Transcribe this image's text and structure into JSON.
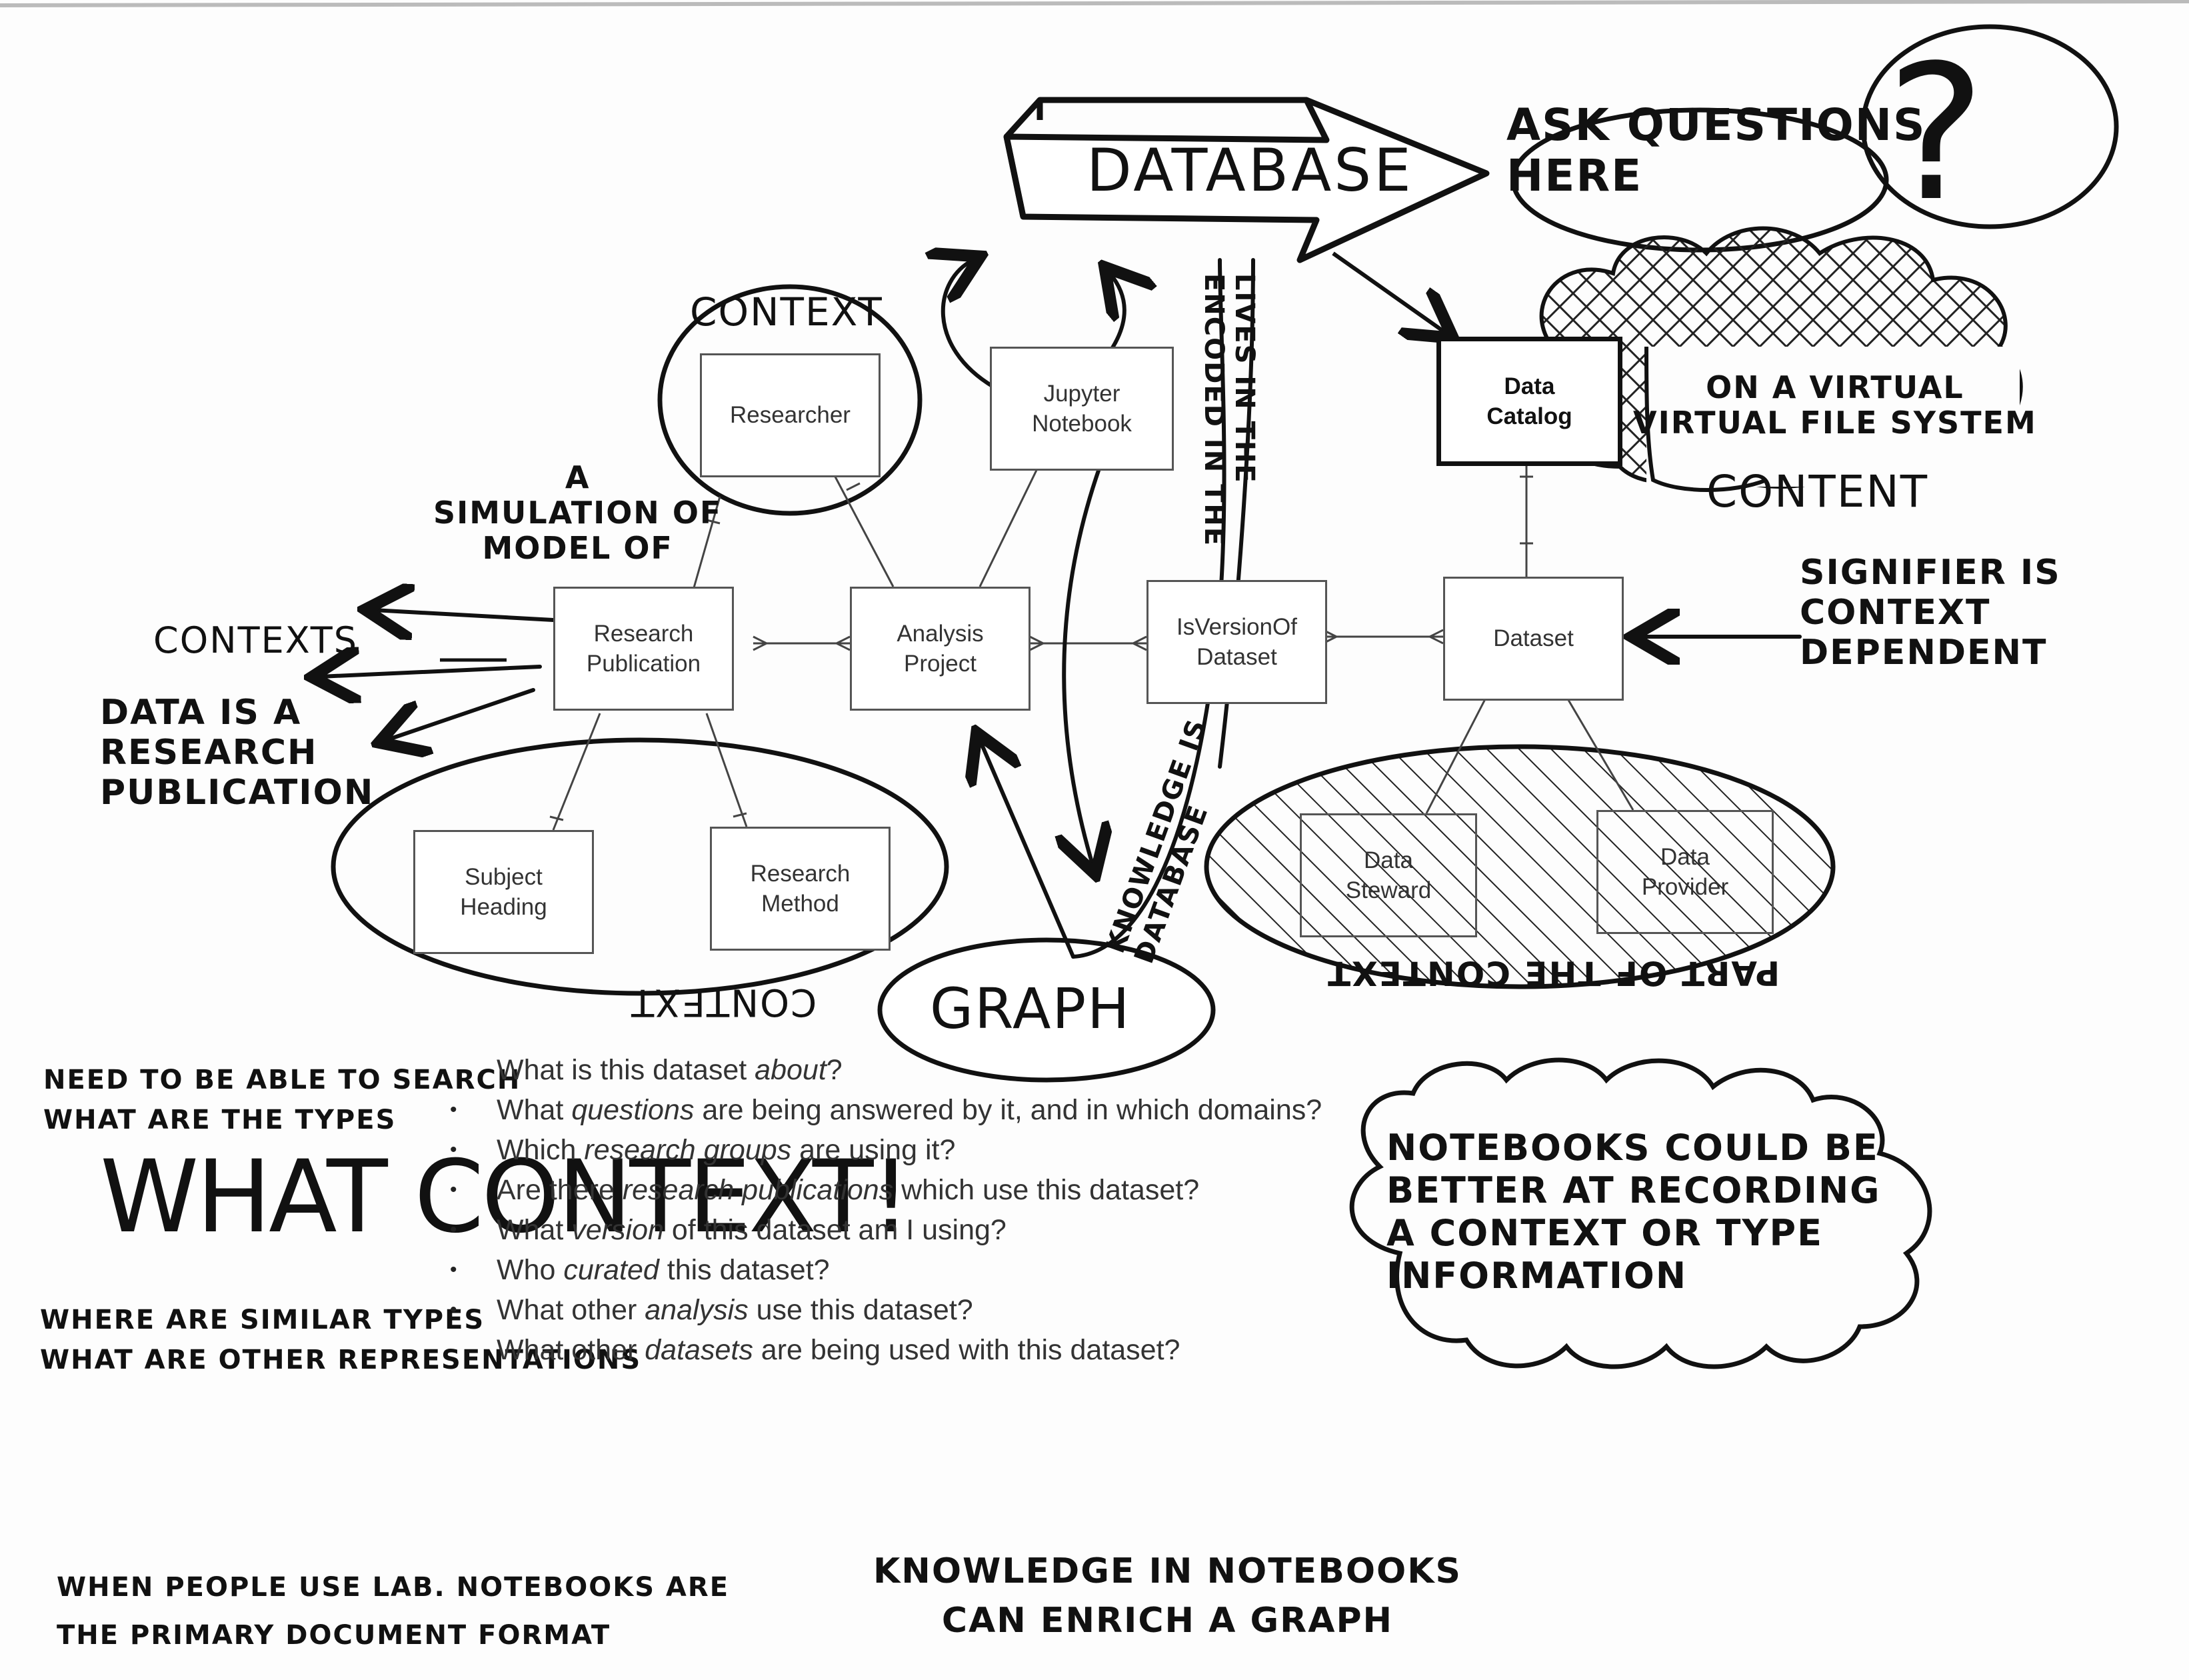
{
  "entities": {
    "researcher": "Researcher",
    "jupyter_notebook": "Jupyter\nNotebook",
    "data_catalog": "Data\nCatalog",
    "research_publication": "Research\nPublication",
    "analysis_project": "Analysis\nProject",
    "is_version_of_dataset": "IsVersionOf\nDataset",
    "dataset": "Dataset",
    "subject_heading": "Subject\nHeading",
    "research_method": "Research\nMethod",
    "data_steward": "Data\nSteward",
    "data_provider": "Data\nProvider"
  },
  "annotations": {
    "database": "DATABASE",
    "ask_questions": "ASK QUESTIONS\nHERE",
    "question_mark": "?",
    "context_top": "CONTEXT",
    "context_bottom": "CONTEXT",
    "virtual_fs": "ON A VIRTUAL\nVIRTUAL FILE SYSTEM",
    "content": "CONTENT",
    "simulation": "A\nSIMULATION OF\nMODEL OF",
    "contexts": "CONTEXTS",
    "data_is": "DATA IS A\nRESEARCH\nPUBLICATION",
    "lives_in": "LIVES IN THE\nENCODED IN THE",
    "knowledge_db": "KNOWLEDGE IS\nDATABASE",
    "signifier": "SIGNIFIER IS\nCONTEXT\nDEPENDENT",
    "graph": "GRAPH",
    "part_of_context": "PART OF THE CONTEXT",
    "need_search": "NEED TO BE ABLE TO SEARCH\nWHAT ARE THE TYPES",
    "what_context": "WHAT CONTEXT!",
    "where_similar": "WHERE ARE SIMILAR TYPES\nWHAT ARE OTHER REPRESENTATIONS",
    "notebooks_better": "NOTEBOOKS COULD BE\nBETTER AT RECORDING\nA CONTEXT OR TYPE\nINFORMATION",
    "lab_notebooks": "WHEN PEOPLE USE LAB. NOTEBOOKS ARE\nTHE PRIMARY DOCUMENT FORMAT",
    "knowledge_enrich": "KNOWLEDGE IN NOTEBOOKS\nCAN ENRICH A GRAPH"
  },
  "questions": [
    {
      "pre": "What is this dataset ",
      "em": "about",
      "post": "?"
    },
    {
      "pre": "What ",
      "em": "questions",
      "post": " are being answered by it, and in which domains?"
    },
    {
      "pre": "Which ",
      "em": "research groups",
      "post": " are using it?"
    },
    {
      "pre": "Are there ",
      "em": "research publications",
      "post": " which use this dataset?"
    },
    {
      "pre": "What ",
      "em": "version",
      "post": " of this dataset am I using?"
    },
    {
      "pre": "Who ",
      "em": "curated",
      "post": " this dataset?"
    },
    {
      "pre": "What other ",
      "em": "analysis",
      "post": " use this dataset?"
    },
    {
      "pre": "What other ",
      "em": "datasets",
      "post": " are being used with this dataset?"
    }
  ]
}
